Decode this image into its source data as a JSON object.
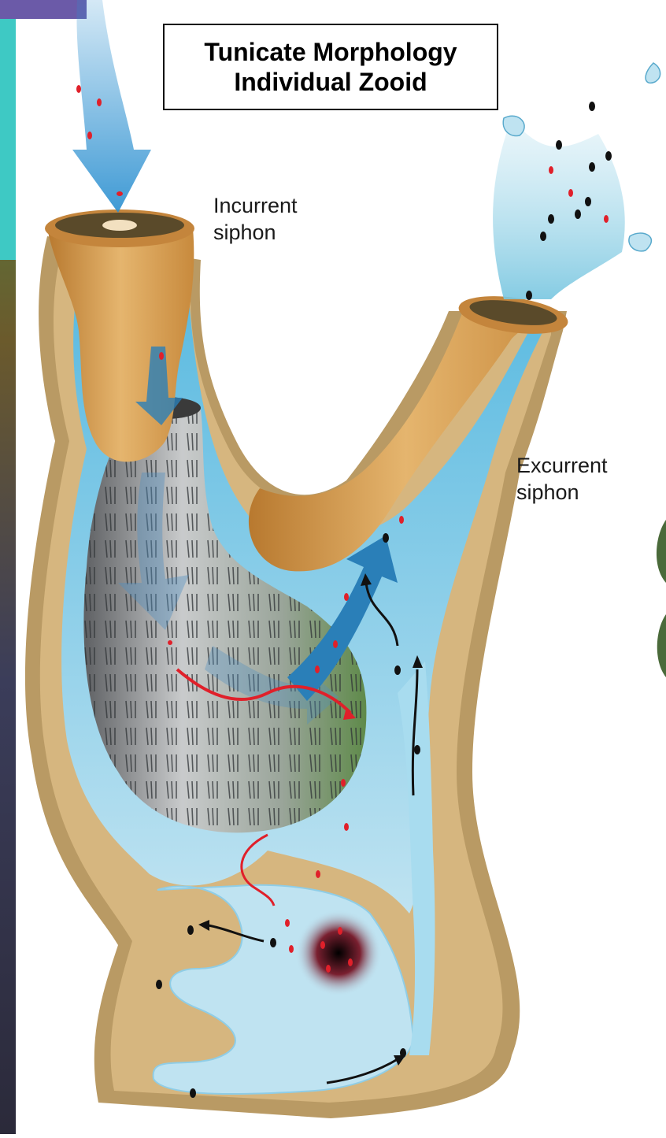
{
  "diagram": {
    "title_line1": "Tunicate Morphology",
    "title_line2": "Individual Zooid",
    "labels": {
      "incurrent_line1": "Incurrent",
      "incurrent_line2": "siphon",
      "excurrent_line1": "Excurrent",
      "excurrent_line2": "siphon"
    }
  },
  "colors": {
    "tunic": "#d9a35a",
    "sand": "#d2b27c",
    "water": "#9fd6ea",
    "flow_blue": "#2a7fb8",
    "particle_red": "#e0202a",
    "pharynx_gray": "#8a8f93",
    "pharynx_green": "#6f8f58"
  }
}
